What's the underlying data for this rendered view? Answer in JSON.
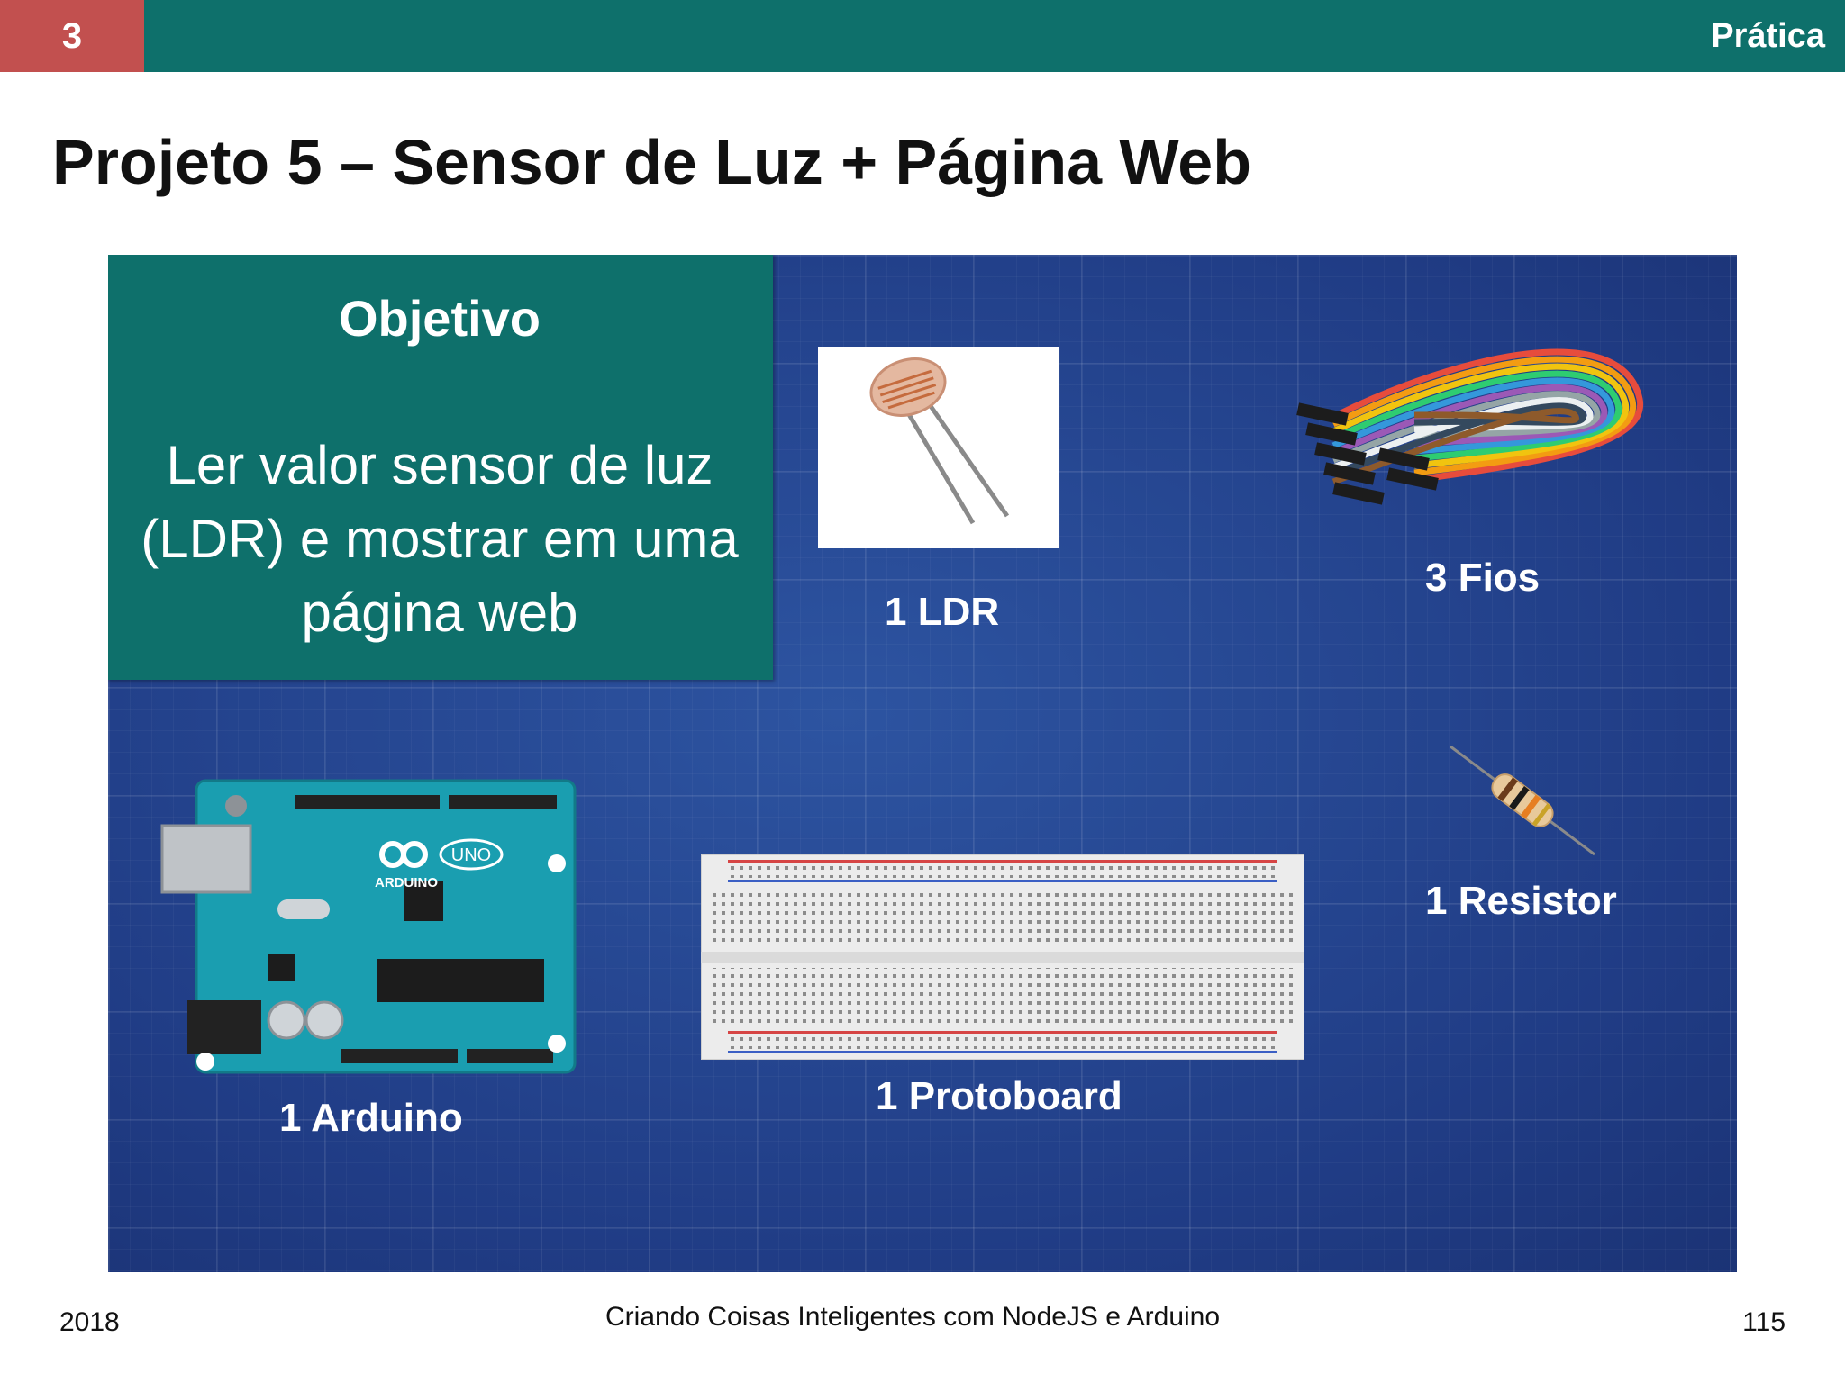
{
  "header": {
    "slide_number": "3",
    "section": "Prática"
  },
  "title": "Projeto 5 – Sensor de Luz + Página Web",
  "objective": {
    "heading": "Objetivo",
    "text": "Ler valor sensor de luz (LDR) e mostrar em uma página web"
  },
  "components": {
    "ldr": "1 LDR",
    "fios": "3 Fios",
    "resistor": "1 Resistor",
    "arduino": "1 Arduino",
    "protoboard": "1 Protoboard"
  },
  "arduino_board_text": {
    "logo": "ARDUINO",
    "model": "UNO"
  },
  "footer": {
    "year": "2018",
    "course": "Criando Coisas Inteligentes com NodeJS e Arduino",
    "page": "115"
  },
  "colors": {
    "header": "#0e706b",
    "accent": "#c2504f",
    "panel": "#223f86"
  },
  "icons": [
    "ldr-image-icon",
    "jumper-wires-icon",
    "resistor-icon",
    "arduino-uno-icon",
    "protoboard-icon"
  ]
}
